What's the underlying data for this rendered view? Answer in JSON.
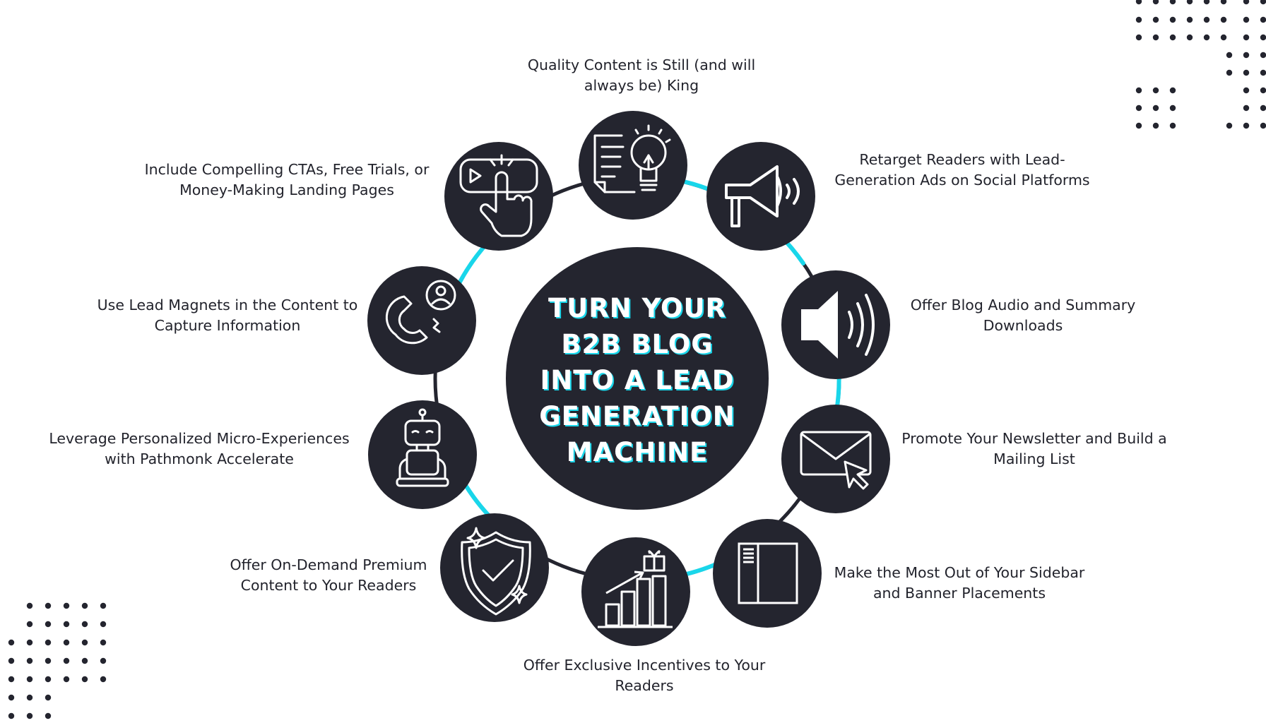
{
  "title": "TURN YOUR\nB2B BLOG\nINTO A LEAD\nGENERATION\nMACHINE",
  "colors": {
    "dark": "#24252f",
    "accent": "#19d6ea",
    "line": "#24252f",
    "text": "#22232c"
  },
  "items": [
    {
      "label": "Quality Content is Still (and will\nalways be) King",
      "icon": "document-lightbulb-icon"
    },
    {
      "label": "Retarget Readers with Lead-\nGeneration Ads on Social Platforms",
      "icon": "megaphone-icon"
    },
    {
      "label": "Offer Blog Audio and Summary\nDownloads",
      "icon": "speaker-icon"
    },
    {
      "label": "Promote Your Newsletter and Build a\nMailing List",
      "icon": "envelope-cursor-icon"
    },
    {
      "label": "Make the Most Out of Your Sidebar\nand Banner Placements",
      "icon": "sidebar-layout-icon"
    },
    {
      "label": "Offer Exclusive Incentives to Your\nReaders",
      "icon": "gift-growth-chart-icon"
    },
    {
      "label": "Offer On-Demand Premium\nContent to Your Readers",
      "icon": "shield-check-icon"
    },
    {
      "label": "Leverage Personalized Micro-Experiences\nwith Pathmonk Accelerate",
      "icon": "robot-icon"
    },
    {
      "label": "Use Lead Magnets in the Content to\nCapture Information",
      "icon": "magnet-user-icon"
    },
    {
      "label": "Include Compelling CTAs, Free Trials, or\nMoney-Making Landing Pages",
      "icon": "click-button-icon"
    }
  ]
}
